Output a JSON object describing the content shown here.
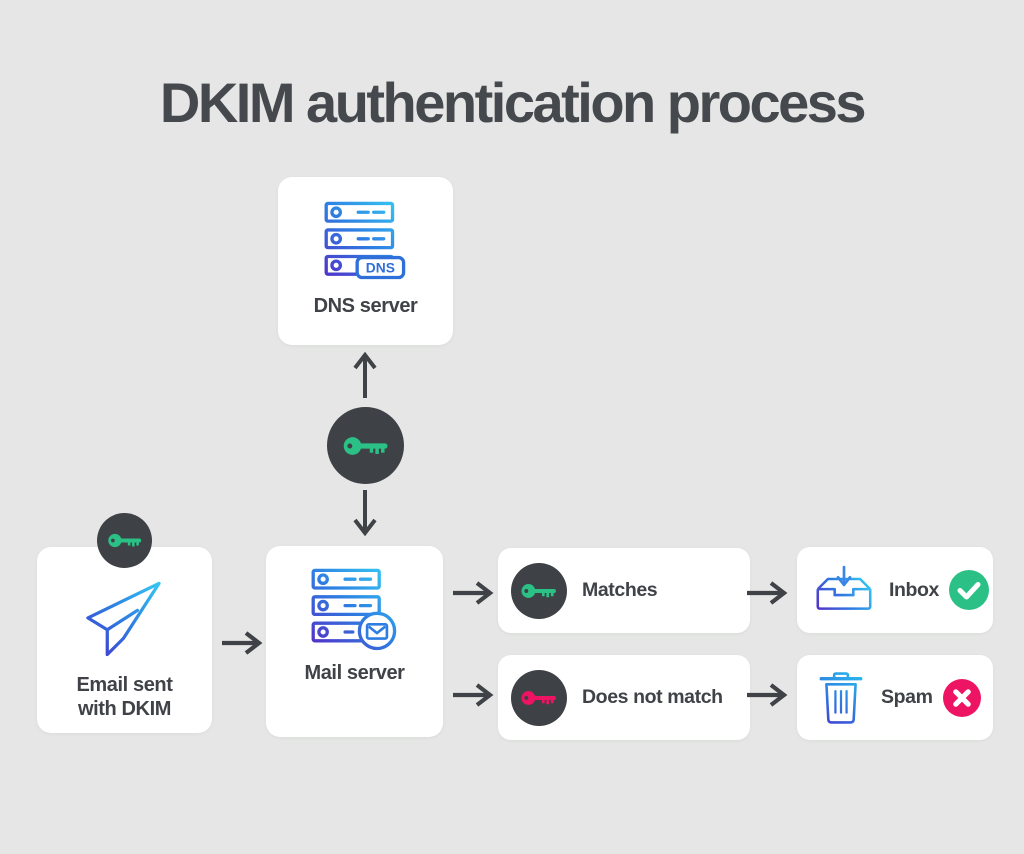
{
  "title": "DKIM authentication process",
  "nodes": {
    "dns_server": {
      "label": "DNS server",
      "badge_text": "DNS",
      "icon": "dns-server-icon"
    },
    "email_sent": {
      "label_line1": "Email sent",
      "label_line2": "with DKIM",
      "icon": "paper-plane-icon",
      "badge_icon": "key-icon"
    },
    "mail_server": {
      "label": "Mail server",
      "icon": "mail-server-icon"
    },
    "dkim_key": {
      "icon": "key-icon"
    },
    "matches": {
      "label": "Matches",
      "icon": "key-icon"
    },
    "does_not_match": {
      "label": "Does not match",
      "icon": "key-icon"
    },
    "inbox": {
      "label": "Inbox",
      "icon": "inbox-tray-icon",
      "status_icon": "check-icon"
    },
    "spam": {
      "label": "Spam",
      "icon": "trash-icon",
      "status_icon": "x-icon"
    }
  },
  "colors": {
    "background": "#e5e6e5",
    "card": "#ffffff",
    "title_text": "#45484c",
    "label_text": "#3f4247",
    "dark_circle": "#3e4145",
    "key_green": "#2bc186",
    "key_pink": "#ee1464",
    "check_green": "#2bc186",
    "x_pink": "#ee1464",
    "arrow": "#3f4246",
    "icon_gradient": [
      "#35c6f2",
      "#2e7de2",
      "#5133c9"
    ]
  }
}
